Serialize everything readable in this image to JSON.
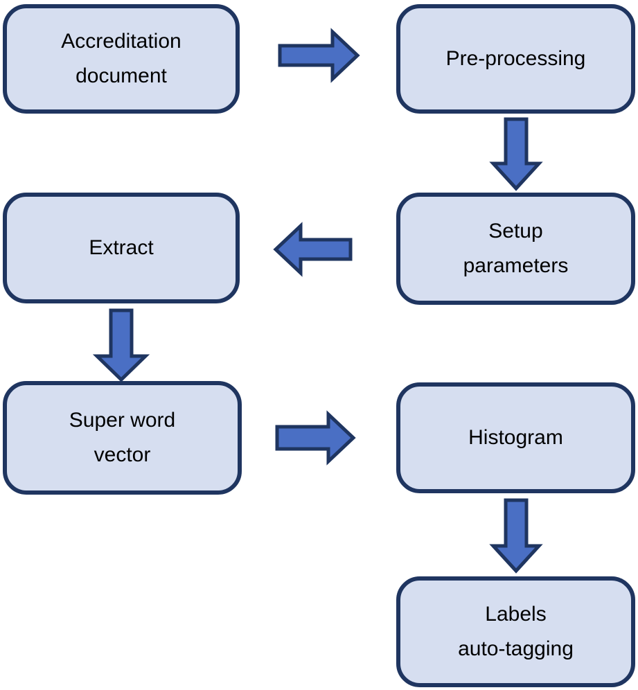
{
  "diagram": {
    "nodes": [
      {
        "id": "accreditation-document",
        "label": "Accreditation\ndocument"
      },
      {
        "id": "pre-processing",
        "label": "Pre-processing"
      },
      {
        "id": "setup-parameters",
        "label": "Setup\nparameters"
      },
      {
        "id": "extract",
        "label": "Extract"
      },
      {
        "id": "super-word-vector",
        "label": "Super word\nvector"
      },
      {
        "id": "histogram",
        "label": "Histogram"
      },
      {
        "id": "labels-auto-tagging",
        "label": "Labels\nauto-tagging"
      }
    ],
    "edges": [
      {
        "from": "accreditation-document",
        "to": "pre-processing"
      },
      {
        "from": "pre-processing",
        "to": "setup-parameters"
      },
      {
        "from": "setup-parameters",
        "to": "extract"
      },
      {
        "from": "extract",
        "to": "super-word-vector"
      },
      {
        "from": "super-word-vector",
        "to": "histogram"
      },
      {
        "from": "histogram",
        "to": "labels-auto-tagging"
      }
    ],
    "colors": {
      "box_fill": "#d6def0",
      "box_border": "#1f3560",
      "arrow_fill": "#4a6fc4",
      "arrow_border": "#1f3560"
    }
  }
}
